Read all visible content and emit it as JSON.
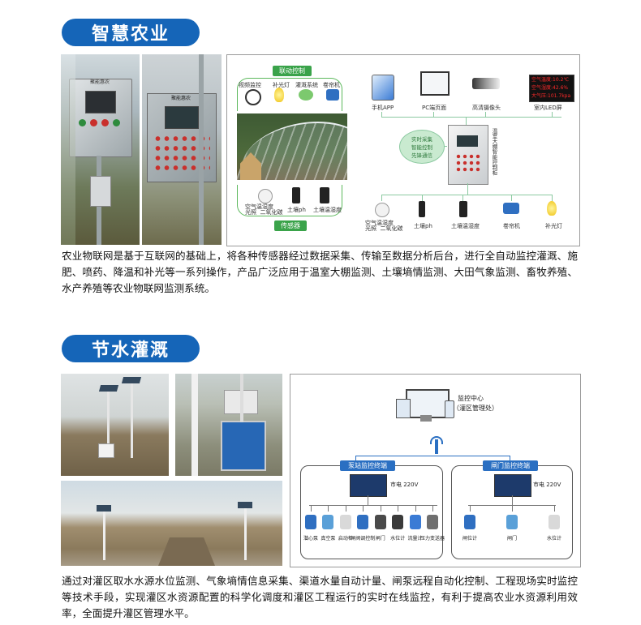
{
  "section1": {
    "title": "智慧农业",
    "photo1_brand": "聚能惠农",
    "photo2_brand": "聚能惠农",
    "diagram": {
      "top_label": "联动控制",
      "bottom_label": "传感器",
      "top_devices": [
        "视频监控",
        "补光灯",
        "灌溉系统",
        "卷帘机"
      ],
      "bottom_devices": [
        "空气温湿度\n光照  二氧化碳",
        "土壤ph",
        "土壤温湿度"
      ],
      "clients": [
        "手机APP",
        "PC端页面",
        "高清摄像头",
        "室内LED屏"
      ],
      "led_lines": [
        "空气温度:10.2℃",
        "空气湿度:42.6%",
        "大气压:101.7kpa"
      ],
      "hub_text": [
        "实时采集",
        "智能控制",
        "先锋通信"
      ],
      "cabinet_label": "温室大棚智能控制柜",
      "lower_devices": [
        "空气温湿度\n光照  二氧化碳",
        "土壤ph",
        "土壤温湿度",
        "卷帘机",
        "补光灯"
      ]
    },
    "paragraph": "农业物联网是基于互联网的基础上，将各种传感器经过数据采集、传输至数据分析后台，进行全自动监控灌溉、施肥、喷药、降温和补光等一系列操作，产品广泛应用于温室大棚监测、土壤墒情监测、大田气象监测、畜牧养殖、水产养殖等农业物联网监测系统。"
  },
  "section2": {
    "title": "节水灌溉",
    "diagram": {
      "center_title": "监控中心",
      "center_sub": "（灌区管理处）",
      "left_box_title": "泵站监控终端",
      "right_box_title": "闸门监控终端",
      "power_label_left": "市电 220V",
      "power_label_right": "市电 220V",
      "left_items": [
        "潜心泵",
        "真空泵",
        "启动柜",
        "闸阀调控制",
        "闸门",
        "水位计",
        "流量计",
        "压力变送器"
      ],
      "right_items": [
        "闸位计",
        "闸门",
        "水位计"
      ]
    },
    "paragraph": "通过对灌区取水水源水位监测、气象墒情信息采集、渠道水量自动计量、闸泵远程自动化控制、工程现场实时监控等技术手段，实现灌区水资源配置的科学化调度和灌区工程运行的实时在线监控，有利于提高农业水资源利用效率，全面提升灌区管理水平。"
  },
  "colors": {
    "accent": "#1565b8",
    "green": "#3aa34a",
    "blue_tag": "#2a6fc2",
    "led_red": "#ff2a2a"
  }
}
